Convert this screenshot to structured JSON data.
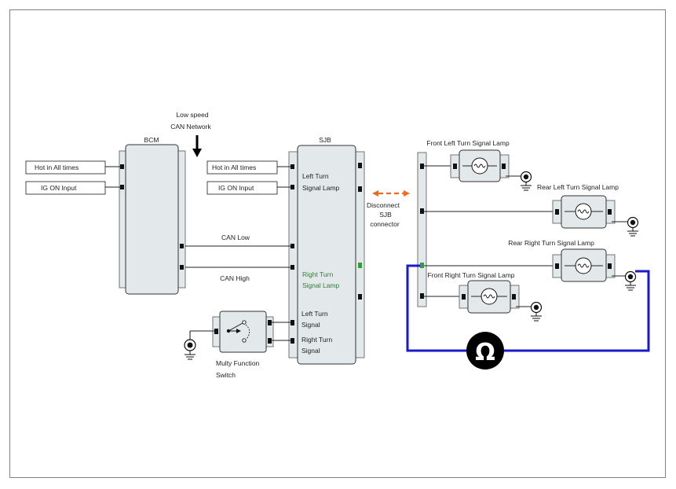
{
  "modules": {
    "bcm": "BCM",
    "sjb": "SJB"
  },
  "network": {
    "line1": "Low speed",
    "line2": "CAN Network"
  },
  "bcm_inputs": {
    "hot": "Hot in All times",
    "ig": "IG ON Input"
  },
  "sjb_inputs": {
    "hot": "Hot in All times",
    "ig": "IG ON Input"
  },
  "can": {
    "low": "CAN Low",
    "high": "CAN High"
  },
  "sjb_labels": {
    "left_lamp_1": "Left Turn",
    "left_lamp_2": "Signal Lamp",
    "right_lamp_1": "Right Turn",
    "right_lamp_2": "Signal Lamp",
    "left_signal_1": "Left Turn",
    "left_signal_2": "Signal",
    "right_signal_1": "Right Turn",
    "right_signal_2": "Signal"
  },
  "switch": {
    "line1": "Multy Function",
    "line2": "Switch"
  },
  "disconnect": {
    "line1": "Disconnect",
    "line2": "SJB",
    "line3": "connector"
  },
  "lamps": {
    "front_left": "Front Left Turn Signal Lamp",
    "rear_left": "Rear Left Turn Signal Lamp",
    "rear_right": "Rear Right Turn Signal Lamp",
    "front_right": "Front Right Turn Signal Lamp"
  },
  "ohmmeter_symbol": "Ω",
  "colors": {
    "measure_wire": "#1a1acc",
    "arrow": "#ee6a1e",
    "green_text": "#2e7d32",
    "box_fill": "#e3e9ea"
  }
}
